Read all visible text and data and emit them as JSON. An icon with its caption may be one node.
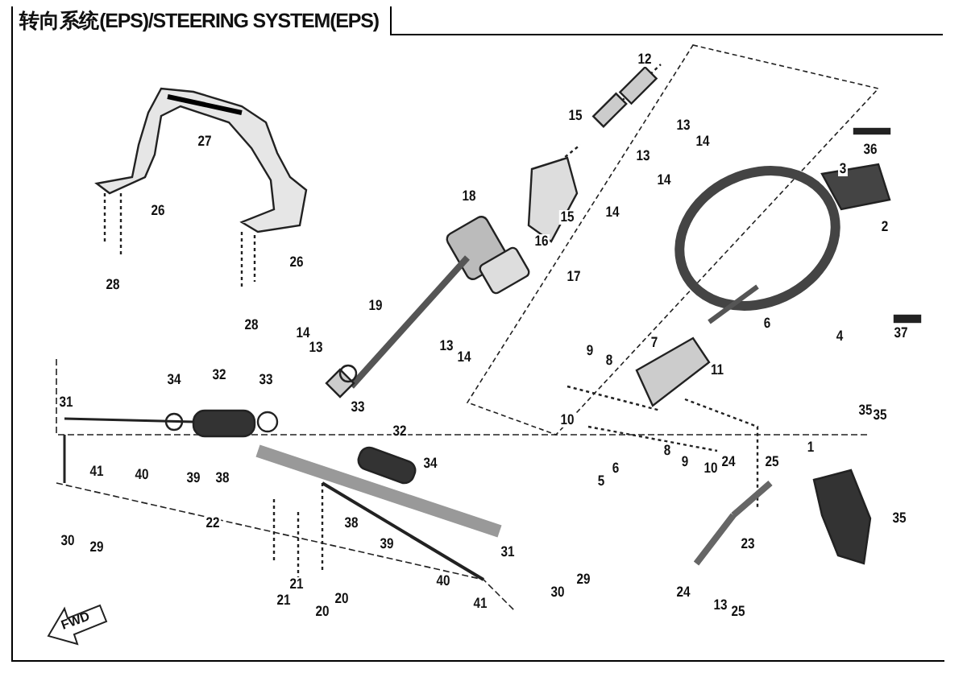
{
  "diagram": {
    "title": "转向系统(EPS)/STEERING SYSTEM(EPS)",
    "labels": [
      "12",
      "27",
      "15",
      "13",
      "14",
      "36",
      "13",
      "18",
      "14",
      "3",
      "15",
      "14",
      "2",
      "16",
      "26",
      "17",
      "26",
      "19",
      "6",
      "4",
      "37",
      "28",
      "28",
      "14",
      "13",
      "13",
      "14",
      "7",
      "11",
      "9",
      "8",
      "34",
      "32",
      "33",
      "33",
      "31",
      "32",
      "10",
      "35",
      "35",
      "1",
      "34",
      "5",
      "6",
      "8",
      "9",
      "10",
      "24",
      "25",
      "41",
      "40",
      "39",
      "38",
      "22",
      "35",
      "23",
      "38",
      "39",
      "31",
      "29",
      "30",
      "40",
      "41",
      "30",
      "29",
      "21",
      "21",
      "20",
      "20",
      "24",
      "13",
      "25",
      "FWD"
    ]
  }
}
